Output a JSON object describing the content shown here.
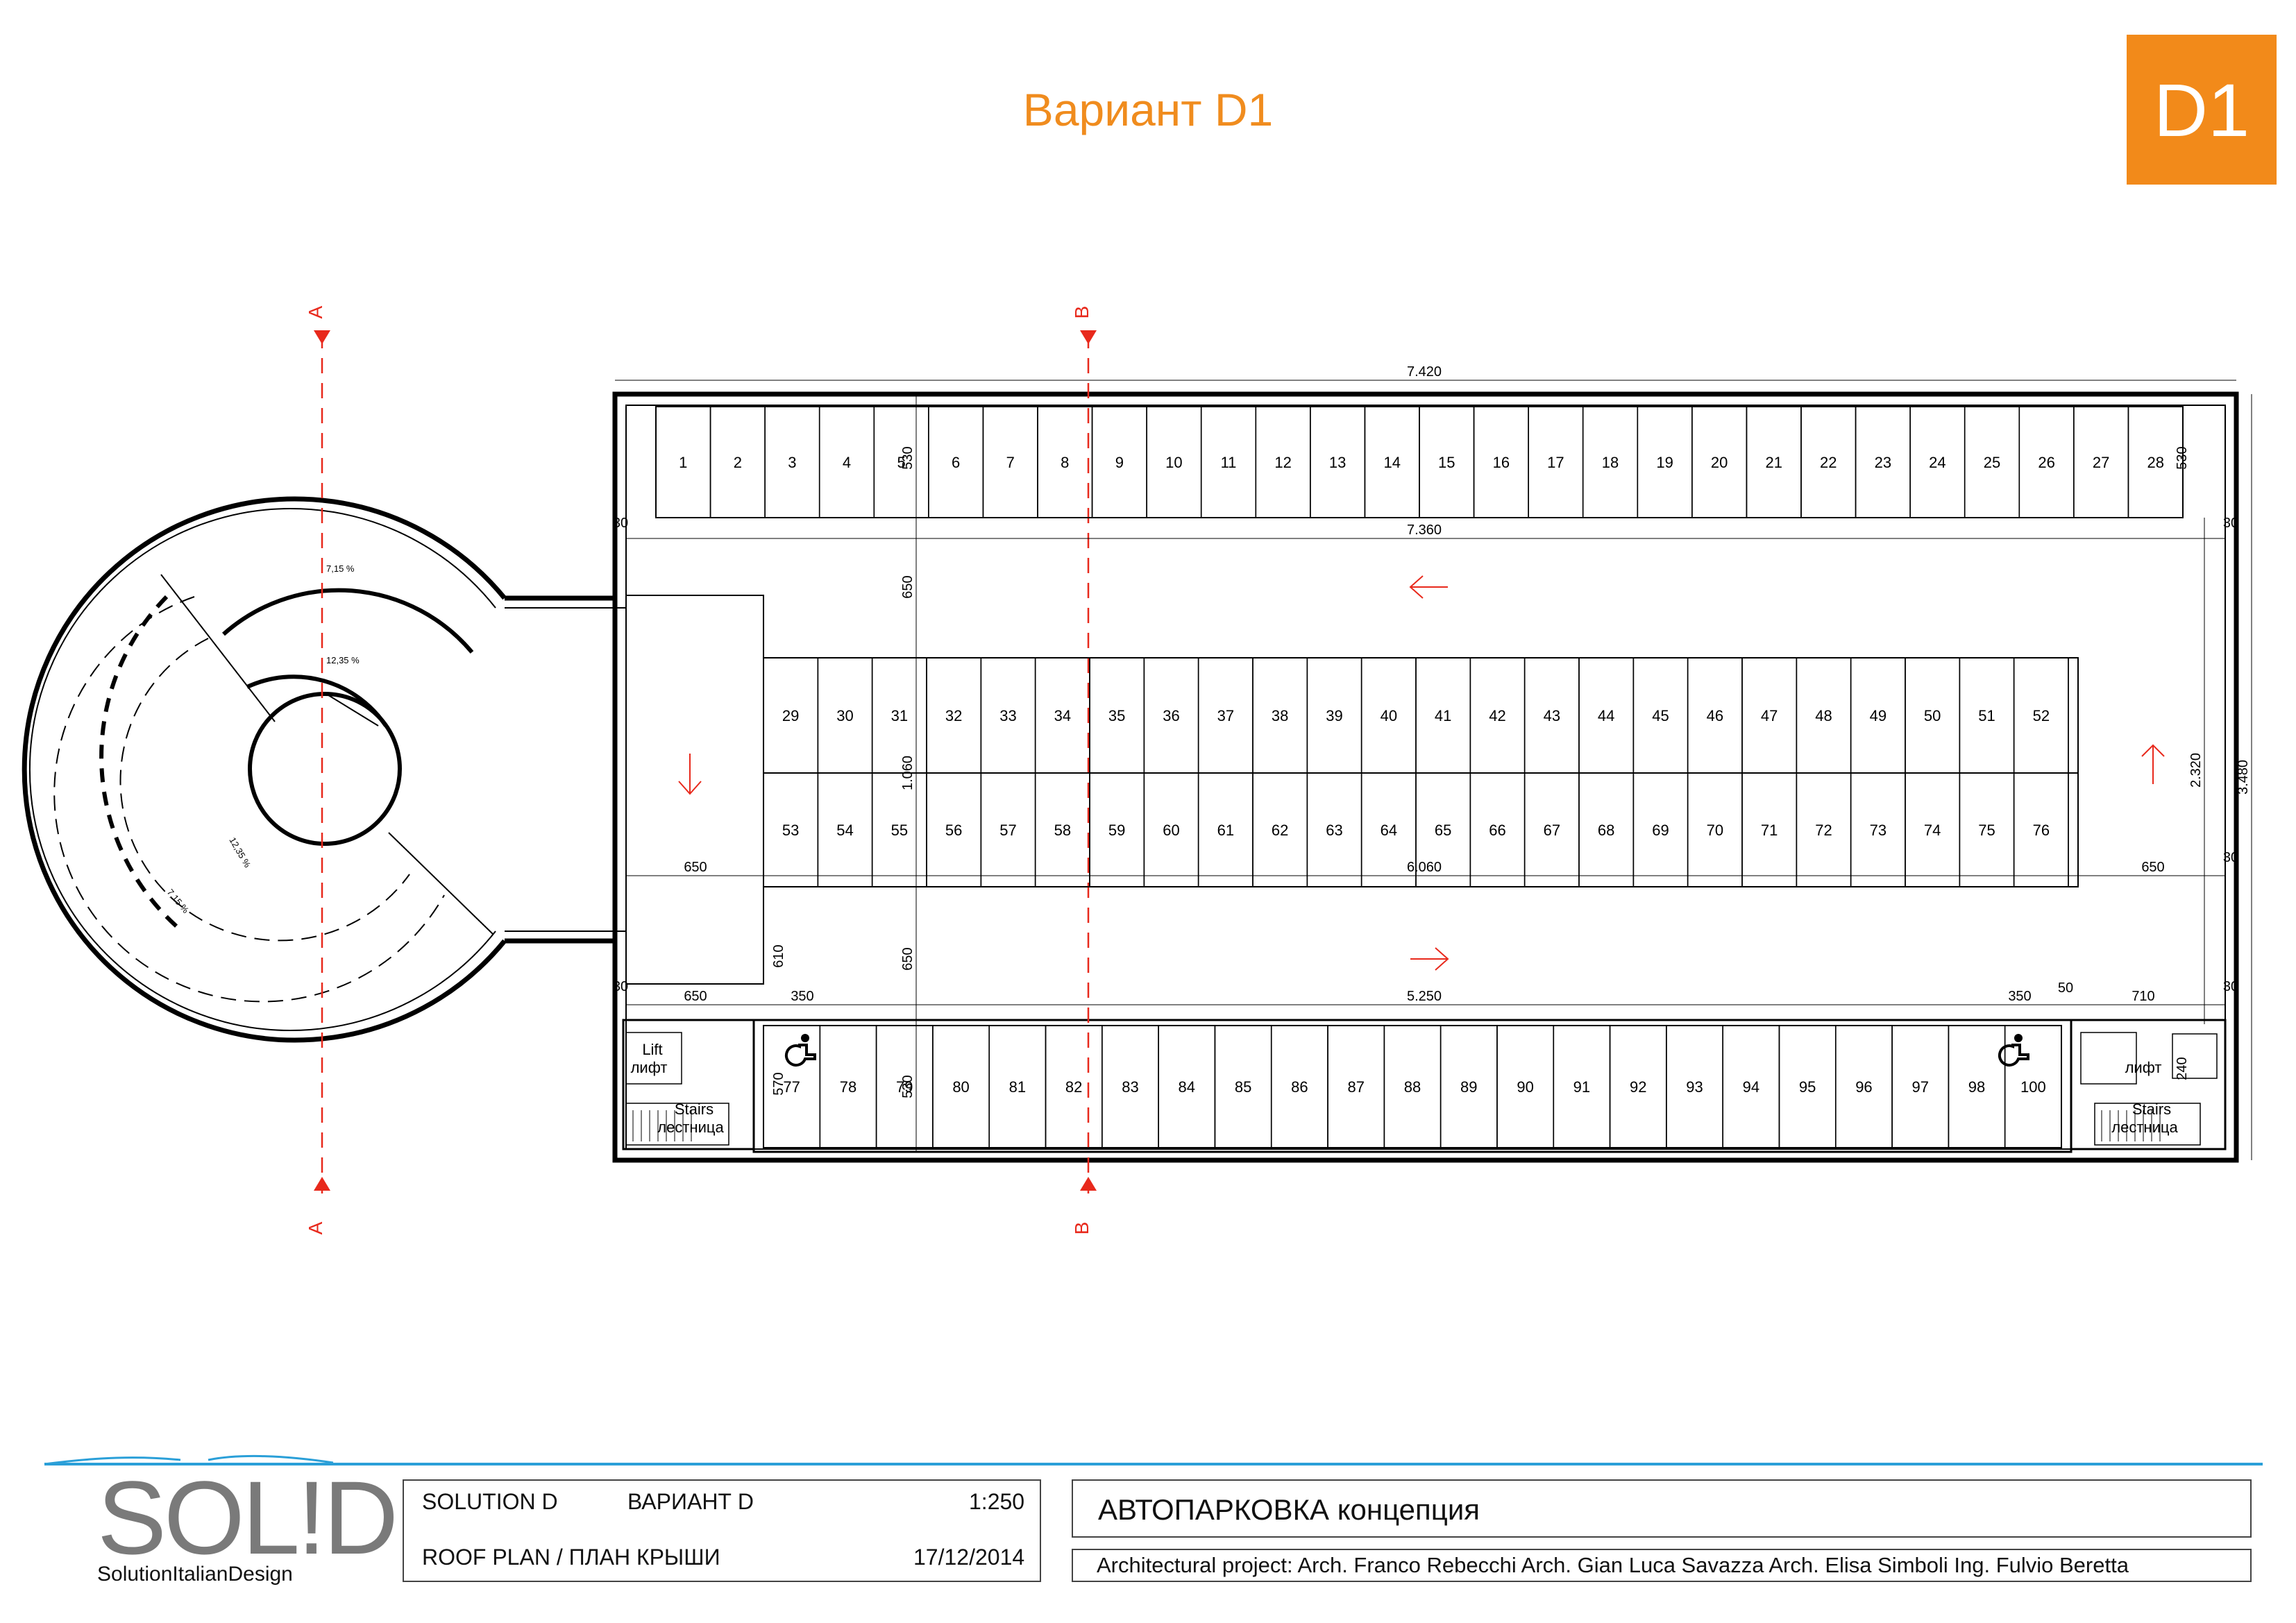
{
  "header": {
    "title": "Вариант D1",
    "badge": "D1",
    "badge_color": "#f28a1a",
    "title_color": "#f08c1e"
  },
  "plan": {
    "section_marks": [
      "A",
      "B"
    ],
    "row_top": [
      "1",
      "2",
      "3",
      "4",
      "5",
      "6",
      "7",
      "8",
      "9",
      "10",
      "11",
      "12",
      "13",
      "14",
      "15",
      "16",
      "17",
      "18",
      "19",
      "20",
      "21",
      "22",
      "23",
      "24",
      "25",
      "26",
      "27",
      "28"
    ],
    "row_mid_upper": [
      "29",
      "30",
      "31",
      "32",
      "33",
      "34",
      "35",
      "36",
      "37",
      "38",
      "39",
      "40",
      "41",
      "42",
      "43",
      "44",
      "45",
      "46",
      "47",
      "48",
      "49",
      "50",
      "51",
      "52"
    ],
    "row_mid_lower": [
      "53",
      "54",
      "55",
      "56",
      "57",
      "58",
      "59",
      "60",
      "61",
      "62",
      "63",
      "64",
      "65",
      "66",
      "67",
      "68",
      "69",
      "70",
      "71",
      "72",
      "73",
      "74",
      "75",
      "76"
    ],
    "row_bottom": [
      "77",
      "78",
      "79",
      "80",
      "81",
      "82",
      "83",
      "84",
      "85",
      "86",
      "87",
      "88",
      "89",
      "90",
      "91",
      "92",
      "93",
      "94",
      "95",
      "96",
      "97",
      "98",
      "100"
    ],
    "dimensions": {
      "total_width": "7.420",
      "inner_width": "7.360",
      "middle_width": "6.060",
      "bottom_width": "5.250",
      "total_height": "3.480",
      "inner_height": "2.320",
      "mid_height": "1.060",
      "lane": "650",
      "bay": "530",
      "wall": "30",
      "d350": "350",
      "d710": "710",
      "d50": "50",
      "d610": "610",
      "d570": "570",
      "d240": "240"
    },
    "ramp_slopes": [
      "7,15 %",
      "12,35 %",
      "12,35 %",
      "7,15 %"
    ],
    "lift_label_en": "Lift",
    "lift_label_ru": "лифт",
    "stairs_label_en": "Stairs",
    "stairs_label_ru": "лестница",
    "accent_red": "#e8291c"
  },
  "footer": {
    "logo_text": "SOL!D",
    "logo_sub": "SolutionItalianDesign",
    "solution": "SOLUTION D",
    "variant": "ВАРИАНТ D",
    "scale": "1:250",
    "sheet": "ROOF PLAN / ПЛАН КРЫШИ",
    "date": "17/12/2014",
    "project": "АВТОПАРКОВКА концепция",
    "credits": "Architectural project: Arch. Franco Rebecchi   Arch. Gian Luca Savazza   Arch. Elisa Simboli   Ing. Fulvio Beretta",
    "line_color": "#2a9fd8"
  }
}
